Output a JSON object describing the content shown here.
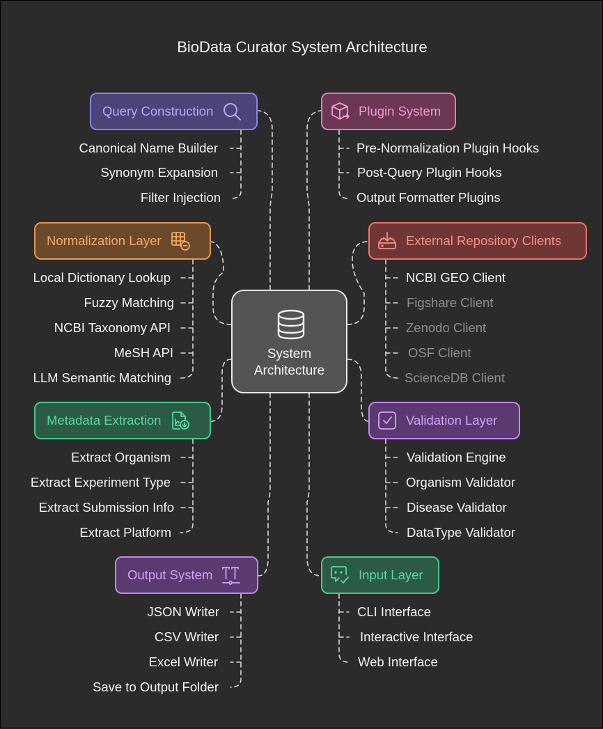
{
  "title": "BioData Curator System Architecture",
  "hub": {
    "line1": "System",
    "line2": "Architecture",
    "icon": "database-icon"
  },
  "colors": {
    "background": "#2b2b2b",
    "connector": "#d8d8d8",
    "purple_blue": "#a39cf0",
    "pink": "#f08cc7",
    "orange": "#f2a35e",
    "red": "#f0857c",
    "green": "#4dd39a",
    "violet": "#d096f5"
  },
  "nodes": {
    "query_construction": {
      "label": "Query Construction",
      "icon": "search-icon",
      "items": [
        "Canonical Name Builder",
        "Synonym Expansion",
        "Filter Injection"
      ]
    },
    "plugin_system": {
      "label": "Plugin System",
      "icon": "package-icon",
      "items": [
        "Pre-Normalization Plugin Hooks",
        "Post-Query Plugin Hooks",
        "Output Formatter Plugins"
      ]
    },
    "normalization_layer": {
      "label": "Normalization Layer",
      "icon": "table-minus-icon",
      "items": [
        "Local Dictionary Lookup",
        "Fuzzy Matching",
        "NCBI Taxonomy API",
        "MeSH API",
        "LLM Semantic Matching"
      ]
    },
    "external_repository_clients": {
      "label": "External Repository Clients",
      "icon": "download-tray-icon",
      "items": [
        "NCBI GEO Client",
        "Figshare Client",
        "Zenodo Client",
        "OSF Client",
        "ScienceDB Client"
      ]
    },
    "metadata_extraction": {
      "label": "Metadata Extraction",
      "icon": "file-chart-icon",
      "items": [
        "Extract Organism",
        "Extract Experiment Type",
        "Extract Submission Info",
        "Extract Platform"
      ]
    },
    "validation_layer": {
      "label": "Validation Layer",
      "icon": "checkbox-icon",
      "items": [
        "Validation Engine",
        "Organism Validator",
        "Disease Validator",
        "DataType Validator"
      ]
    },
    "output_system": {
      "label": "Output System",
      "icon": "text-cursor-icon",
      "items": [
        "JSON Writer",
        "CSV Writer",
        "Excel Writer",
        "Save to Output Folder"
      ]
    },
    "input_layer": {
      "label": "Input Layer",
      "icon": "chat-check-icon",
      "items": [
        "CLI Interface",
        "Interactive Interface",
        "Web Interface"
      ]
    }
  }
}
